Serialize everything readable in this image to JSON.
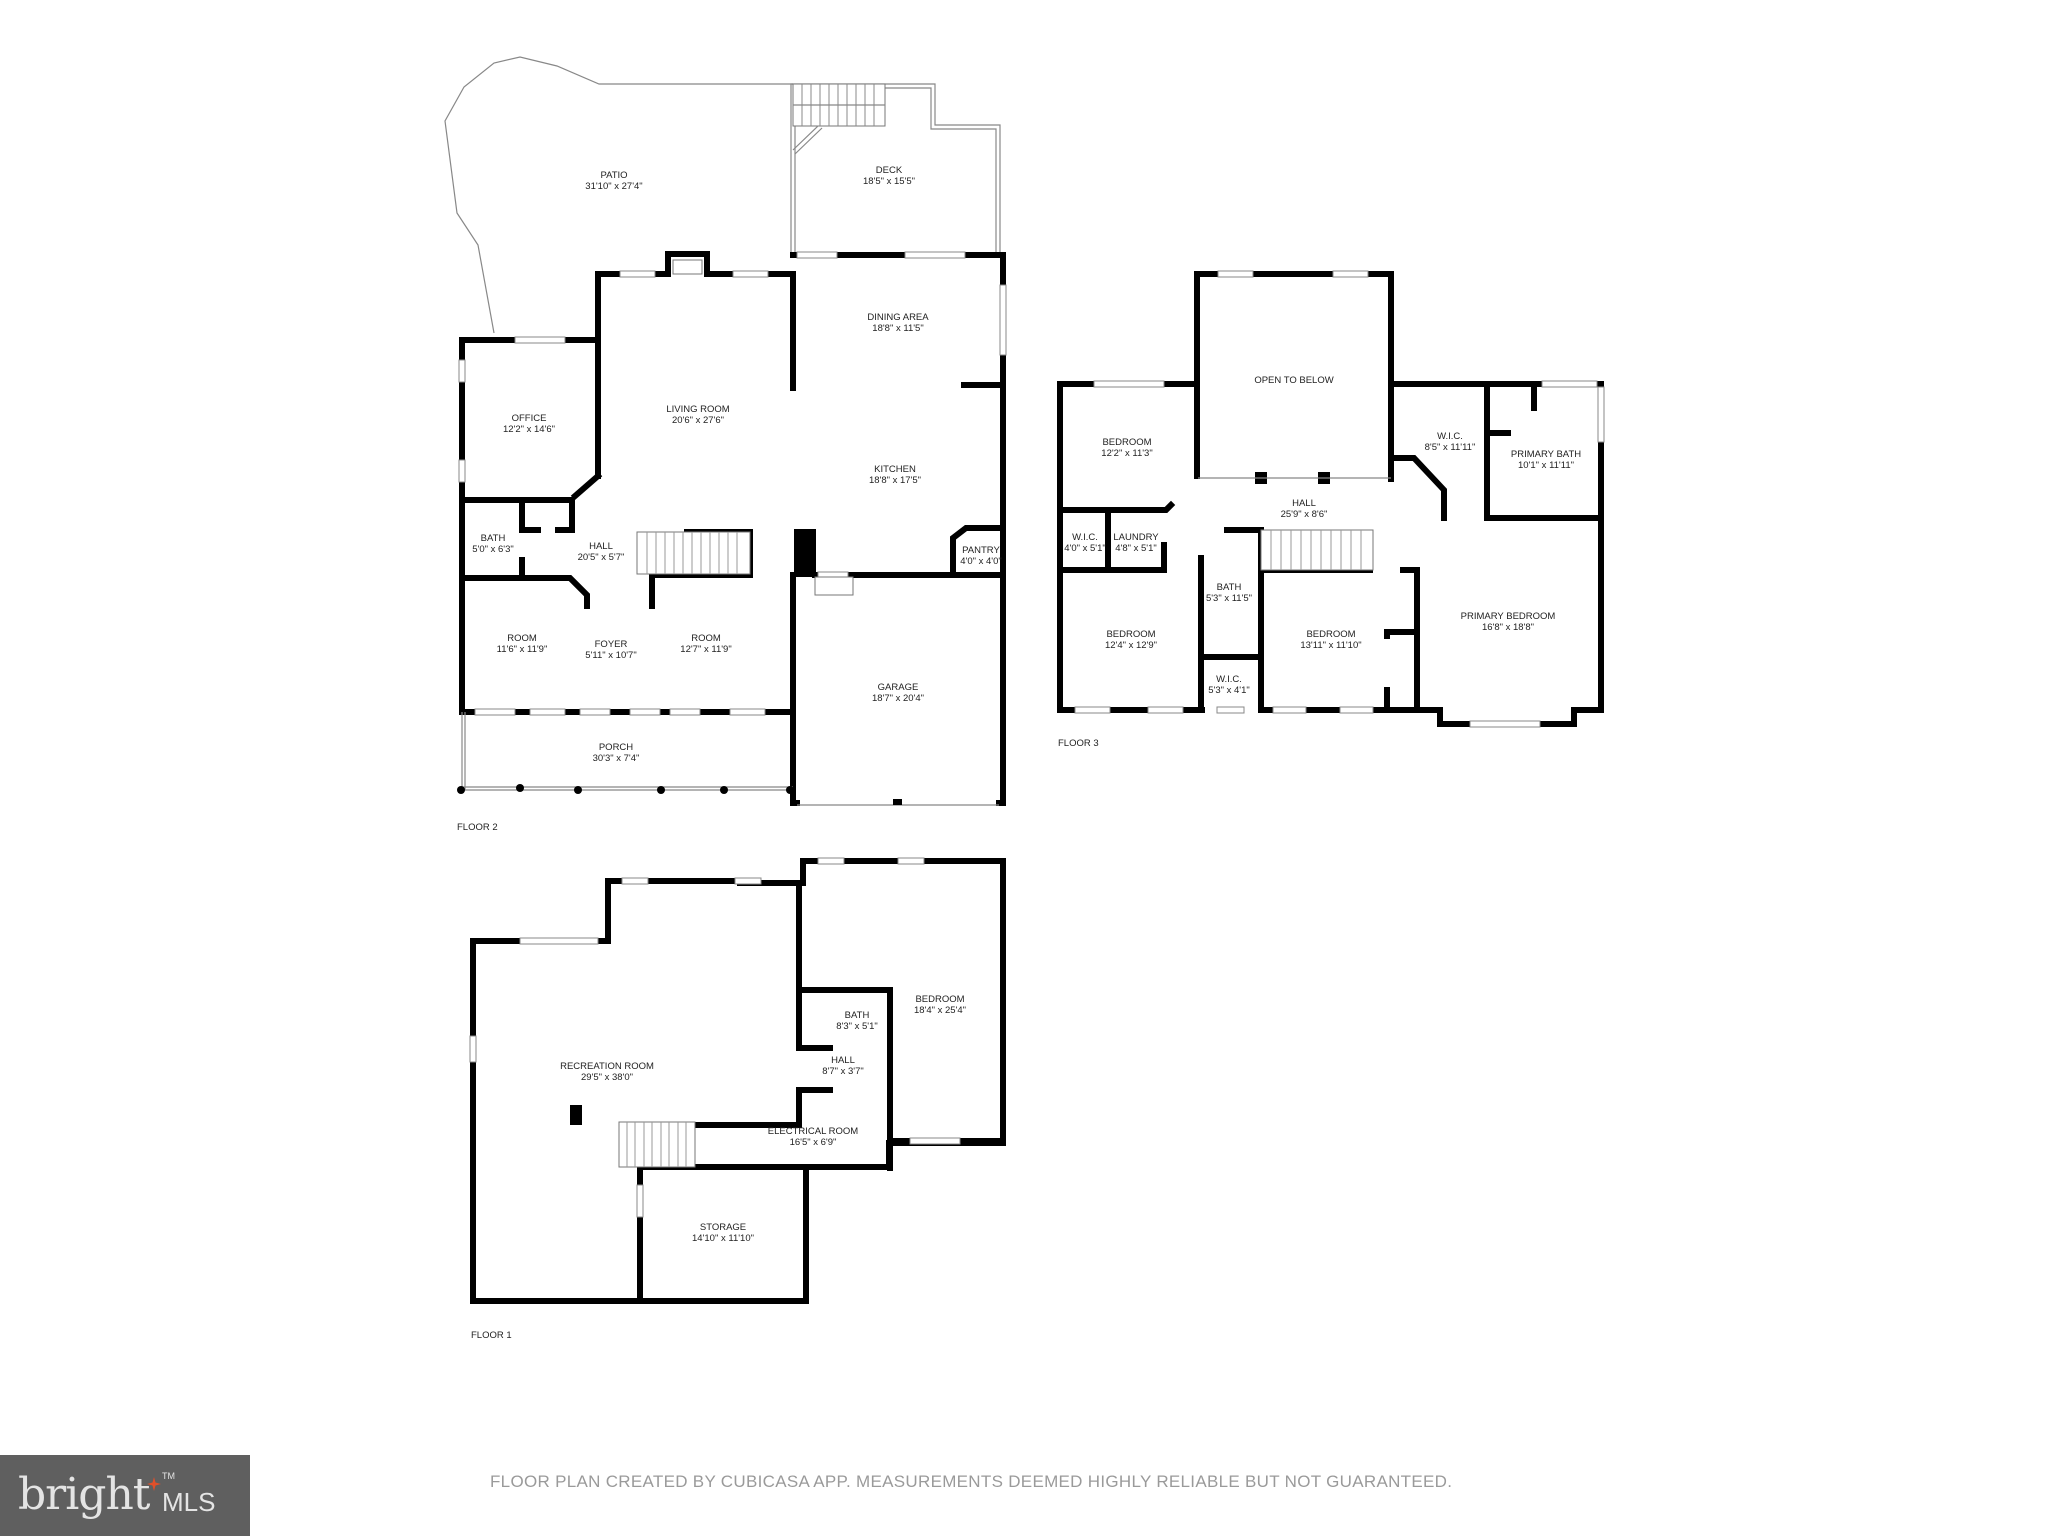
{
  "floors": {
    "floor2": {
      "label": "FLOOR 2",
      "rooms": {
        "patio": {
          "name": "PATIO",
          "dims": "31'10\" x 27'4\""
        },
        "deck": {
          "name": "DECK",
          "dims": "18'5\" x 15'5\""
        },
        "dining": {
          "name": "DINING AREA",
          "dims": "18'8\" x 11'5\""
        },
        "office": {
          "name": "OFFICE",
          "dims": "12'2\" x 14'6\""
        },
        "living": {
          "name": "LIVING ROOM",
          "dims": "20'6\" x 27'6\""
        },
        "kitchen": {
          "name": "KITCHEN",
          "dims": "18'8\" x 17'5\""
        },
        "bath": {
          "name": "BATH",
          "dims": "5'0\" x 6'3\""
        },
        "hall": {
          "name": "HALL",
          "dims": "20'5\" x 5'7\""
        },
        "pantry": {
          "name": "PANTRY",
          "dims": "4'0\" x 4'0\""
        },
        "room_left": {
          "name": "ROOM",
          "dims": "11'6\" x 11'9\""
        },
        "foyer": {
          "name": "FOYER",
          "dims": "5'11\" x 10'7\""
        },
        "room_right": {
          "name": "ROOM",
          "dims": "12'7\" x 11'9\""
        },
        "garage": {
          "name": "GARAGE",
          "dims": "18'7\" x 20'4\""
        },
        "porch": {
          "name": "PORCH",
          "dims": "30'3\" x 7'4\""
        }
      }
    },
    "floor3": {
      "label": "FLOOR 3",
      "rooms": {
        "open_below": {
          "name": "OPEN TO BELOW",
          "dims": ""
        },
        "bedroom_nw": {
          "name": "BEDROOM",
          "dims": "12'2\" x 11'3\""
        },
        "wic_main": {
          "name": "W.I.C.",
          "dims": "8'5\" x 11'11\""
        },
        "primary_bath": {
          "name": "PRIMARY BATH",
          "dims": "10'1\" x 11'11\""
        },
        "hall": {
          "name": "HALL",
          "dims": "25'9\" x 8'6\""
        },
        "wic_small": {
          "name": "W.I.C.",
          "dims": "4'0\" x 5'1\""
        },
        "laundry": {
          "name": "LAUNDRY",
          "dims": "4'8\" x 5'1\""
        },
        "bath": {
          "name": "BATH",
          "dims": "5'3\" x 11'5\""
        },
        "bedroom_sw": {
          "name": "BEDROOM",
          "dims": "12'4\" x 12'9\""
        },
        "bedroom_s": {
          "name": "BEDROOM",
          "dims": "13'11\" x 11'10\""
        },
        "wic_bath": {
          "name": "W.I.C.",
          "dims": "5'3\" x 4'1\""
        },
        "primary_bedroom": {
          "name": "PRIMARY BEDROOM",
          "dims": "16'8\" x 18'8\""
        }
      }
    },
    "floor1": {
      "label": "FLOOR 1",
      "rooms": {
        "recreation": {
          "name": "RECREATION ROOM",
          "dims": "29'5\" x 38'0\""
        },
        "bath": {
          "name": "BATH",
          "dims": "8'3\" x 5'1\""
        },
        "bedroom": {
          "name": "BEDROOM",
          "dims": "18'4\" x 25'4\""
        },
        "hall": {
          "name": "HALL",
          "dims": "8'7\" x 3'7\""
        },
        "electrical": {
          "name": "ELECTRICAL ROOM",
          "dims": "16'5\" x 6'9\""
        },
        "storage": {
          "name": "STORAGE",
          "dims": "14'10\" x 11'10\""
        }
      }
    }
  },
  "footer": {
    "logo_word": "bright",
    "logo_suffix": "MLS",
    "logo_tm": "TM",
    "logo_accent_color": "#e0502a",
    "disclaimer": "FLOOR PLAN CREATED BY CUBICASA APP. MEASUREMENTS DEEMED HIGHLY RELIABLE BUT NOT GUARANTEED."
  }
}
